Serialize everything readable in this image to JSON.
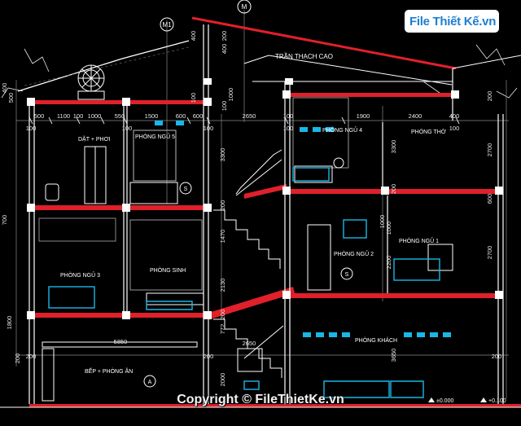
{
  "watermark": {
    "logo": "File Thiết Kế.vn",
    "copyright": "Copyright © FileThietKe.vn"
  },
  "grid_markers": {
    "left": "M1",
    "right": "M"
  },
  "ceiling_note": "TRẦN THẠCH CAO",
  "rooms": {
    "bath": "DẶT + PHƠI",
    "bedroom5": "PHÒNG NGỦ 5",
    "bedroom4": "PHÒNG NGỦ 4",
    "worship": "PHÒNG THỜ",
    "bedroom3": "PHÒNG NGỦ 3",
    "family": "PHÒNG SINH",
    "bedroom2": "PHÒNG NGỦ 2",
    "bedroom1": "PHÒNG NGỦ 1",
    "living": "PHÒNG KHÁCH",
    "kitchen": "BẾP + PHÒNG ĂN"
  },
  "dimensions": {
    "top_row": [
      "500",
      "1100",
      "100",
      "1000",
      "550",
      "1500",
      "600",
      "600",
      "2650",
      "100",
      "1900",
      "2400",
      "400"
    ],
    "bottom_row": [
      "100",
      "100",
      "100",
      "100",
      "100",
      "200"
    ],
    "left_vertical": [
      "500",
      "400",
      "400",
      "100",
      "3300",
      "200",
      "700",
      "1800",
      "200"
    ],
    "right_vertical": [
      "400",
      "1000",
      "200",
      "100",
      "3300",
      "200",
      "1470",
      "2130",
      "200",
      "772",
      "3650",
      "2700",
      "600",
      "1000",
      "2700",
      "2200",
      "1000",
      "200"
    ],
    "ground_span": "5850",
    "stair_span": "2650",
    "floor_heights": [
      "200",
      "200",
      "2000"
    ]
  },
  "levels": {
    "ground": "±0.000",
    "outside": "+0.100"
  },
  "section_tags": [
    "S",
    "S",
    "A"
  ]
}
